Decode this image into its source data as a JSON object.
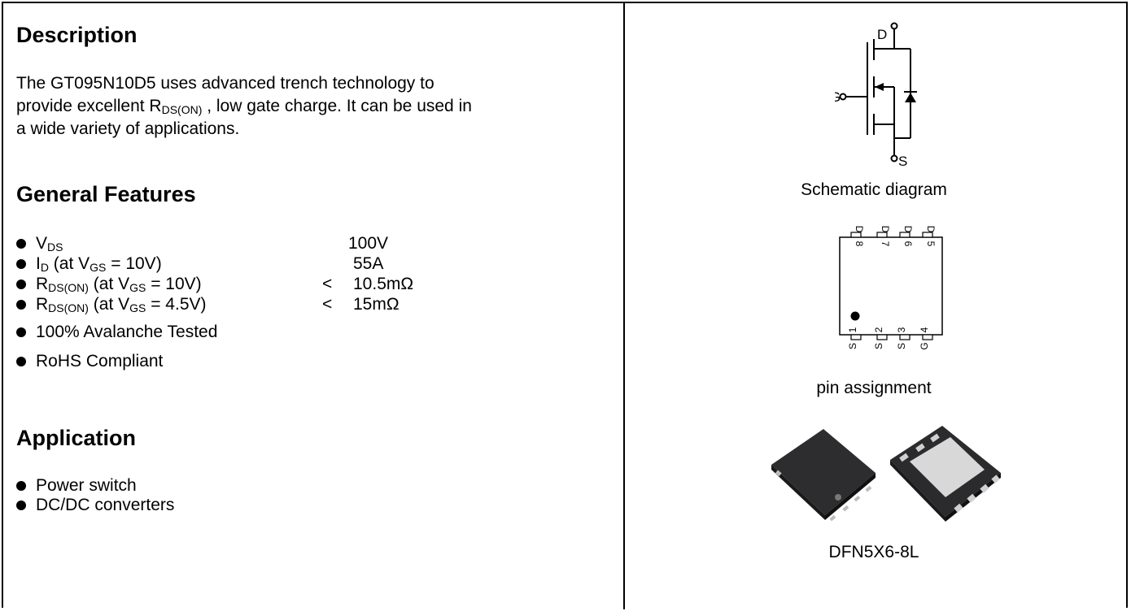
{
  "description": {
    "heading": "Description",
    "line1": "The GT095N10D5 uses advanced trench technology to",
    "line2_pre": "provide excellent R",
    "line2_sub": "DS(ON)",
    "line2_post": " , low gate charge. It can be used in",
    "line3": "a wide variety of applications."
  },
  "features": {
    "heading": "General Features",
    "f1": {
      "main": "V",
      "sub": "DS",
      "value": "100V"
    },
    "f2": {
      "main": "I",
      "sub": "D",
      "cond_pre": " (at V",
      "cond_sub": "GS",
      "cond_post": " = 10V)",
      "value": "55A"
    },
    "f3": {
      "main": "R",
      "sub": "DS(ON)",
      "cond_pre": " (at V",
      "cond_sub": "GS",
      "cond_post": " = 10V)",
      "cmp": "<",
      "value": "10.5mΩ"
    },
    "f4": {
      "main": "R",
      "sub": "DS(ON)",
      "cond_pre": " (at V",
      "cond_sub": "GS",
      "cond_post": " = 4.5V)",
      "cmp": "<",
      "value": "15mΩ"
    },
    "f5": "100% Avalanche Tested",
    "f6": "RoHS Compliant"
  },
  "application": {
    "heading": "Application",
    "items": [
      "Power switch",
      "DC/DC converters"
    ]
  },
  "schematic": {
    "caption": "Schematic diagram",
    "labels": {
      "drain": "D",
      "gate": "G",
      "source": "S"
    }
  },
  "pins": {
    "caption": "pin assignment",
    "top": [
      {
        "num": "8",
        "name": "D"
      },
      {
        "num": "7",
        "name": "D"
      },
      {
        "num": "6",
        "name": "D"
      },
      {
        "num": "5",
        "name": "D"
      }
    ],
    "bottom": [
      {
        "num": "1",
        "name": "S"
      },
      {
        "num": "2",
        "name": "S"
      },
      {
        "num": "3",
        "name": "S"
      },
      {
        "num": "4",
        "name": "G"
      }
    ]
  },
  "package": {
    "caption": "DFN5X6-8L"
  }
}
